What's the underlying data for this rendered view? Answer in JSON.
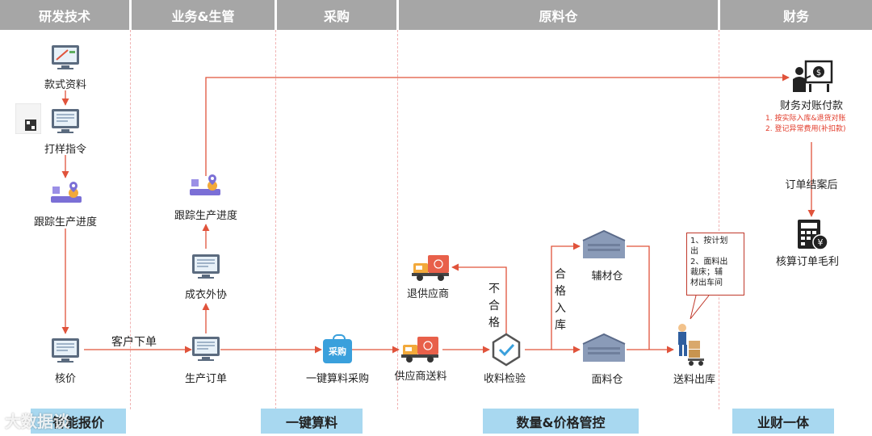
{
  "lanes": [
    "研发技术",
    "业务&生管",
    "采购",
    "原料仓",
    "财务"
  ],
  "nodes": {
    "style_data": "款式资料",
    "sample_order": "打样指令",
    "track_progress_rd": "跟踪生产进度",
    "quote": "核价",
    "track_progress_biz": "跟踪生产进度",
    "outsourcing": "成衣外协",
    "production_order": "生产订单",
    "purchase_badge": "采购",
    "one_click_purchase": "一键算料采购",
    "return_supplier": "退供应商",
    "supplier_delivery": "供应商送料",
    "receive_inspect": "收料检验",
    "accessory_warehouse": "辅材仓",
    "fabric_warehouse": "面料仓",
    "issue_out": "送料出库",
    "finance_reconcile": "财务对账付款",
    "calc_margin": "核算订单毛利"
  },
  "edge_labels": {
    "customer_order": "客户下单",
    "not_qualified": "不合格",
    "qualified_in": "合格入库",
    "after_close": "订单结案后"
  },
  "finance_notes": [
    "1. 按实际入库&退货对账",
    "2. 登记异常费用(补扣款)"
  ],
  "callout_lines": [
    "1、按计划",
    "出",
    "2、面料出",
    "裁床；辅",
    "材出车间"
  ],
  "bottom_bands": [
    "智能报价",
    "一键算料",
    "数量&价格管控",
    "业财一体"
  ],
  "watermark": "大数据谈",
  "colors": {
    "header": "#a6a6a6",
    "arrow": "#e0533b",
    "band": "#a8d8f0",
    "lane_line": "#f0b3b3",
    "note_red": "#e23b2a"
  }
}
